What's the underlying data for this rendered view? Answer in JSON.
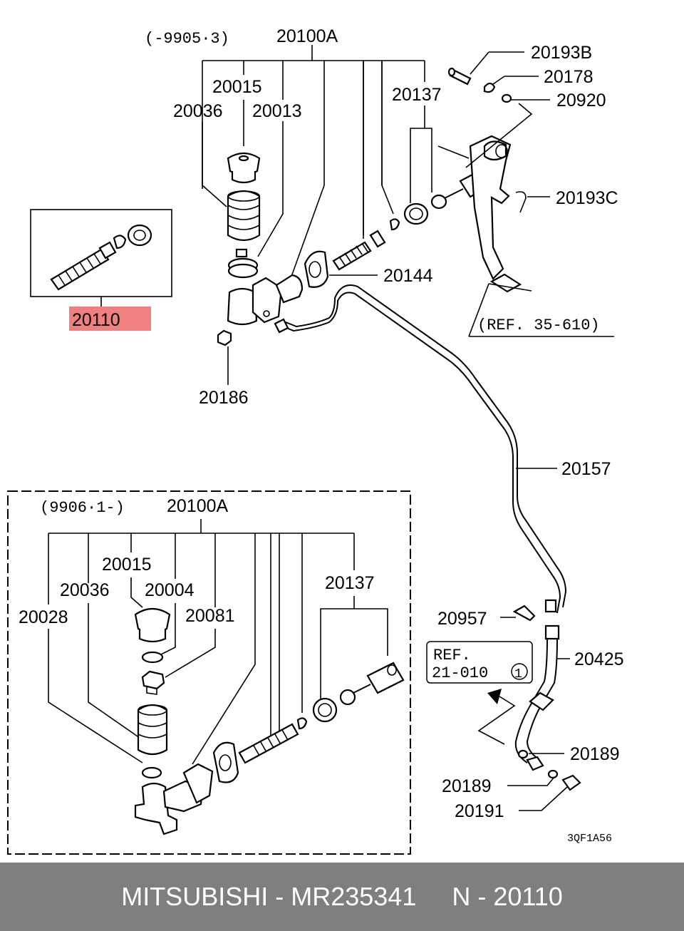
{
  "upper_section": {
    "range_label": "(-9905·3)",
    "assembly_label": "20100A",
    "labels": {
      "p20015": "20015",
      "p20036": "20036",
      "p20013": "20013",
      "p20137": "20137",
      "p20193B": "20193B",
      "p20178": "20178",
      "p20920": "20920",
      "p20193C": "20193C",
      "p20144": "20144",
      "p20186": "20186",
      "p20110": "20110",
      "ref_35_610": "(REF. 35-610)"
    }
  },
  "pipe_section": {
    "labels": {
      "p20157": "20157",
      "p20957": "20957",
      "p20425": "20425",
      "p20189a": "20189",
      "p20189b": "20189",
      "p20191": "20191"
    },
    "ref_box": {
      "line1": "REF.",
      "line2": "21-010",
      "circled": "1"
    }
  },
  "lower_section": {
    "range_label": "(9906·1-)",
    "assembly_label": "20100A",
    "labels": {
      "p20015": "20015",
      "p20036": "20036",
      "p20004": "20004",
      "p20028": "20028",
      "p20081": "20081",
      "p20137": "20137"
    }
  },
  "diagram_code": "3QF1A56",
  "highlight_color": "#f08080",
  "footer": {
    "brand": "MITSUBISHI",
    "sep1": " - ",
    "part_number": "MR235341",
    "gap": "     ",
    "n_label": "N",
    "sep2": " - ",
    "ref_number": "20110"
  }
}
